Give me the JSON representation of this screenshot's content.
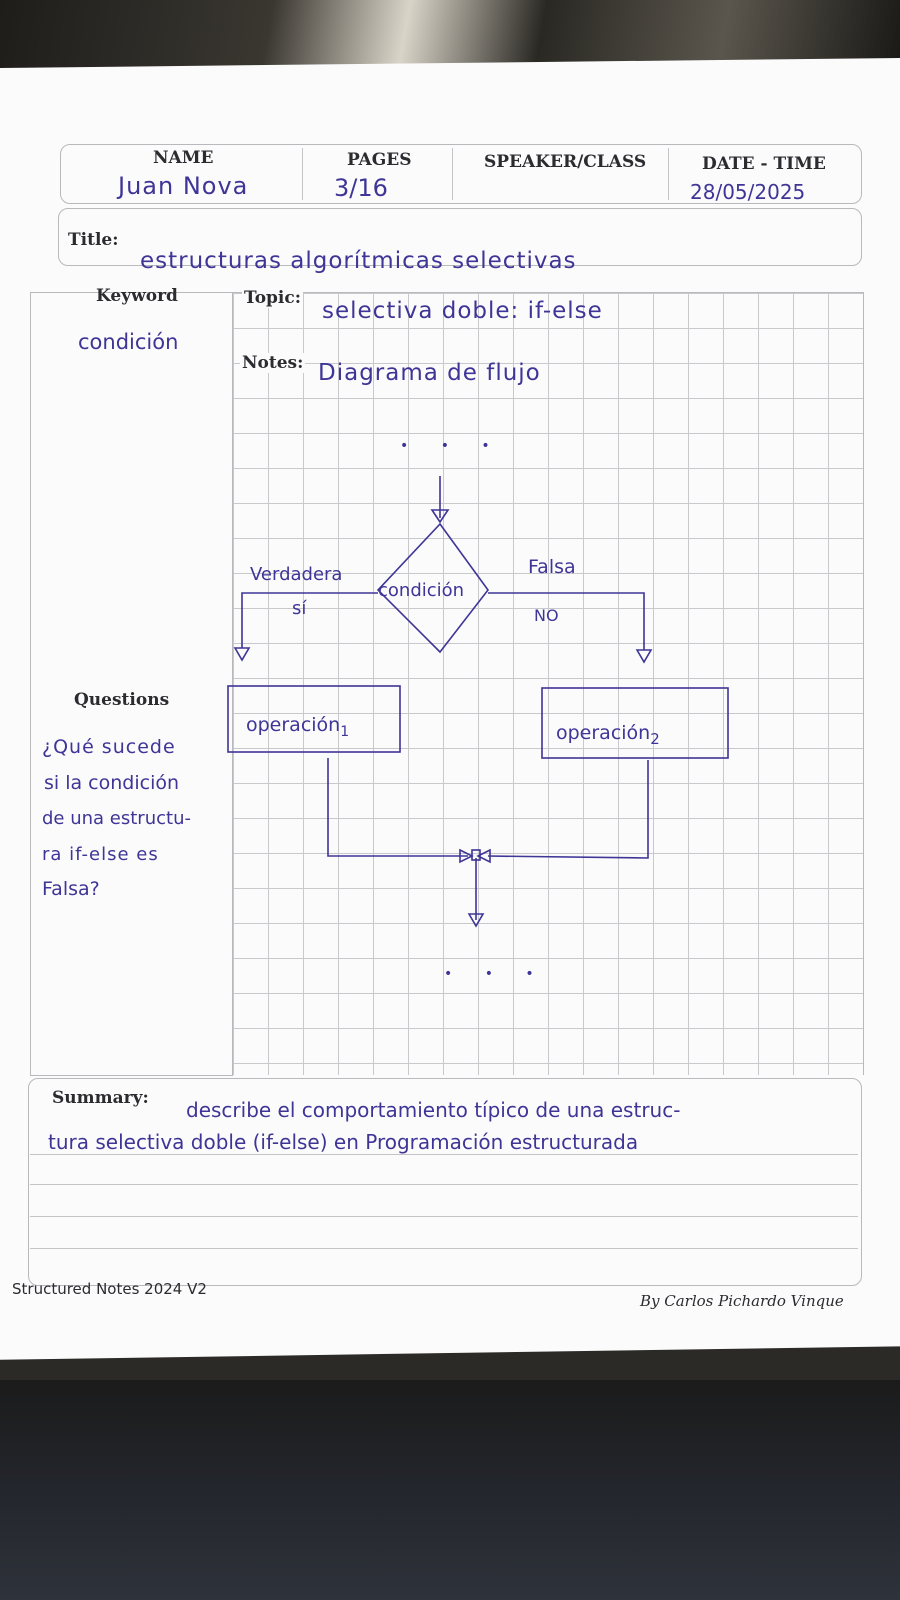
{
  "header": {
    "name_label": "NAME",
    "pages_label": "PAGES",
    "speaker_label": "SPEAKER/CLASS",
    "date_label": "DATE - TIME",
    "name_value": "Juan Nova",
    "pages_value": "3/16",
    "speaker_value": "",
    "date_value": "28/05/2025"
  },
  "title": {
    "label": "Title:",
    "value": "estructuras algorítmicas selectivas"
  },
  "keyword": {
    "label": "Keyword",
    "value": "condición"
  },
  "topic": {
    "label": "Topic:",
    "value": "selectiva doble: if-else"
  },
  "notes": {
    "label": "Notes:",
    "value": "Diagrama de flujo"
  },
  "flowchart": {
    "dots_top": "• • •",
    "condition": "condición",
    "true_label": "Verdadera",
    "true_short": "sí",
    "false_label": "Falsa",
    "false_short": "NO",
    "op1": "operación",
    "op1_sub": "1",
    "op2": "operación",
    "op2_sub": "2",
    "dots_bottom": "• • •"
  },
  "questions": {
    "label": "Questions",
    "lines": [
      "¿Qué sucede",
      "si la condición",
      "de una estructu-",
      "ra if-else es",
      "Falsa?"
    ]
  },
  "summary": {
    "label": "Summary:",
    "line1": "describe el comportamiento típico de una estruc-",
    "line2": "tura selectiva doble (if-else) en Programación estructurada"
  },
  "footer": {
    "left": "Structured Notes 2024 V2",
    "right": "By Carlos Pichardo Vinque"
  },
  "colors": {
    "ink": "#3e3596",
    "print": "#2c2c30",
    "rule": "#c4c4c8",
    "paper": "#fbfbfc"
  }
}
